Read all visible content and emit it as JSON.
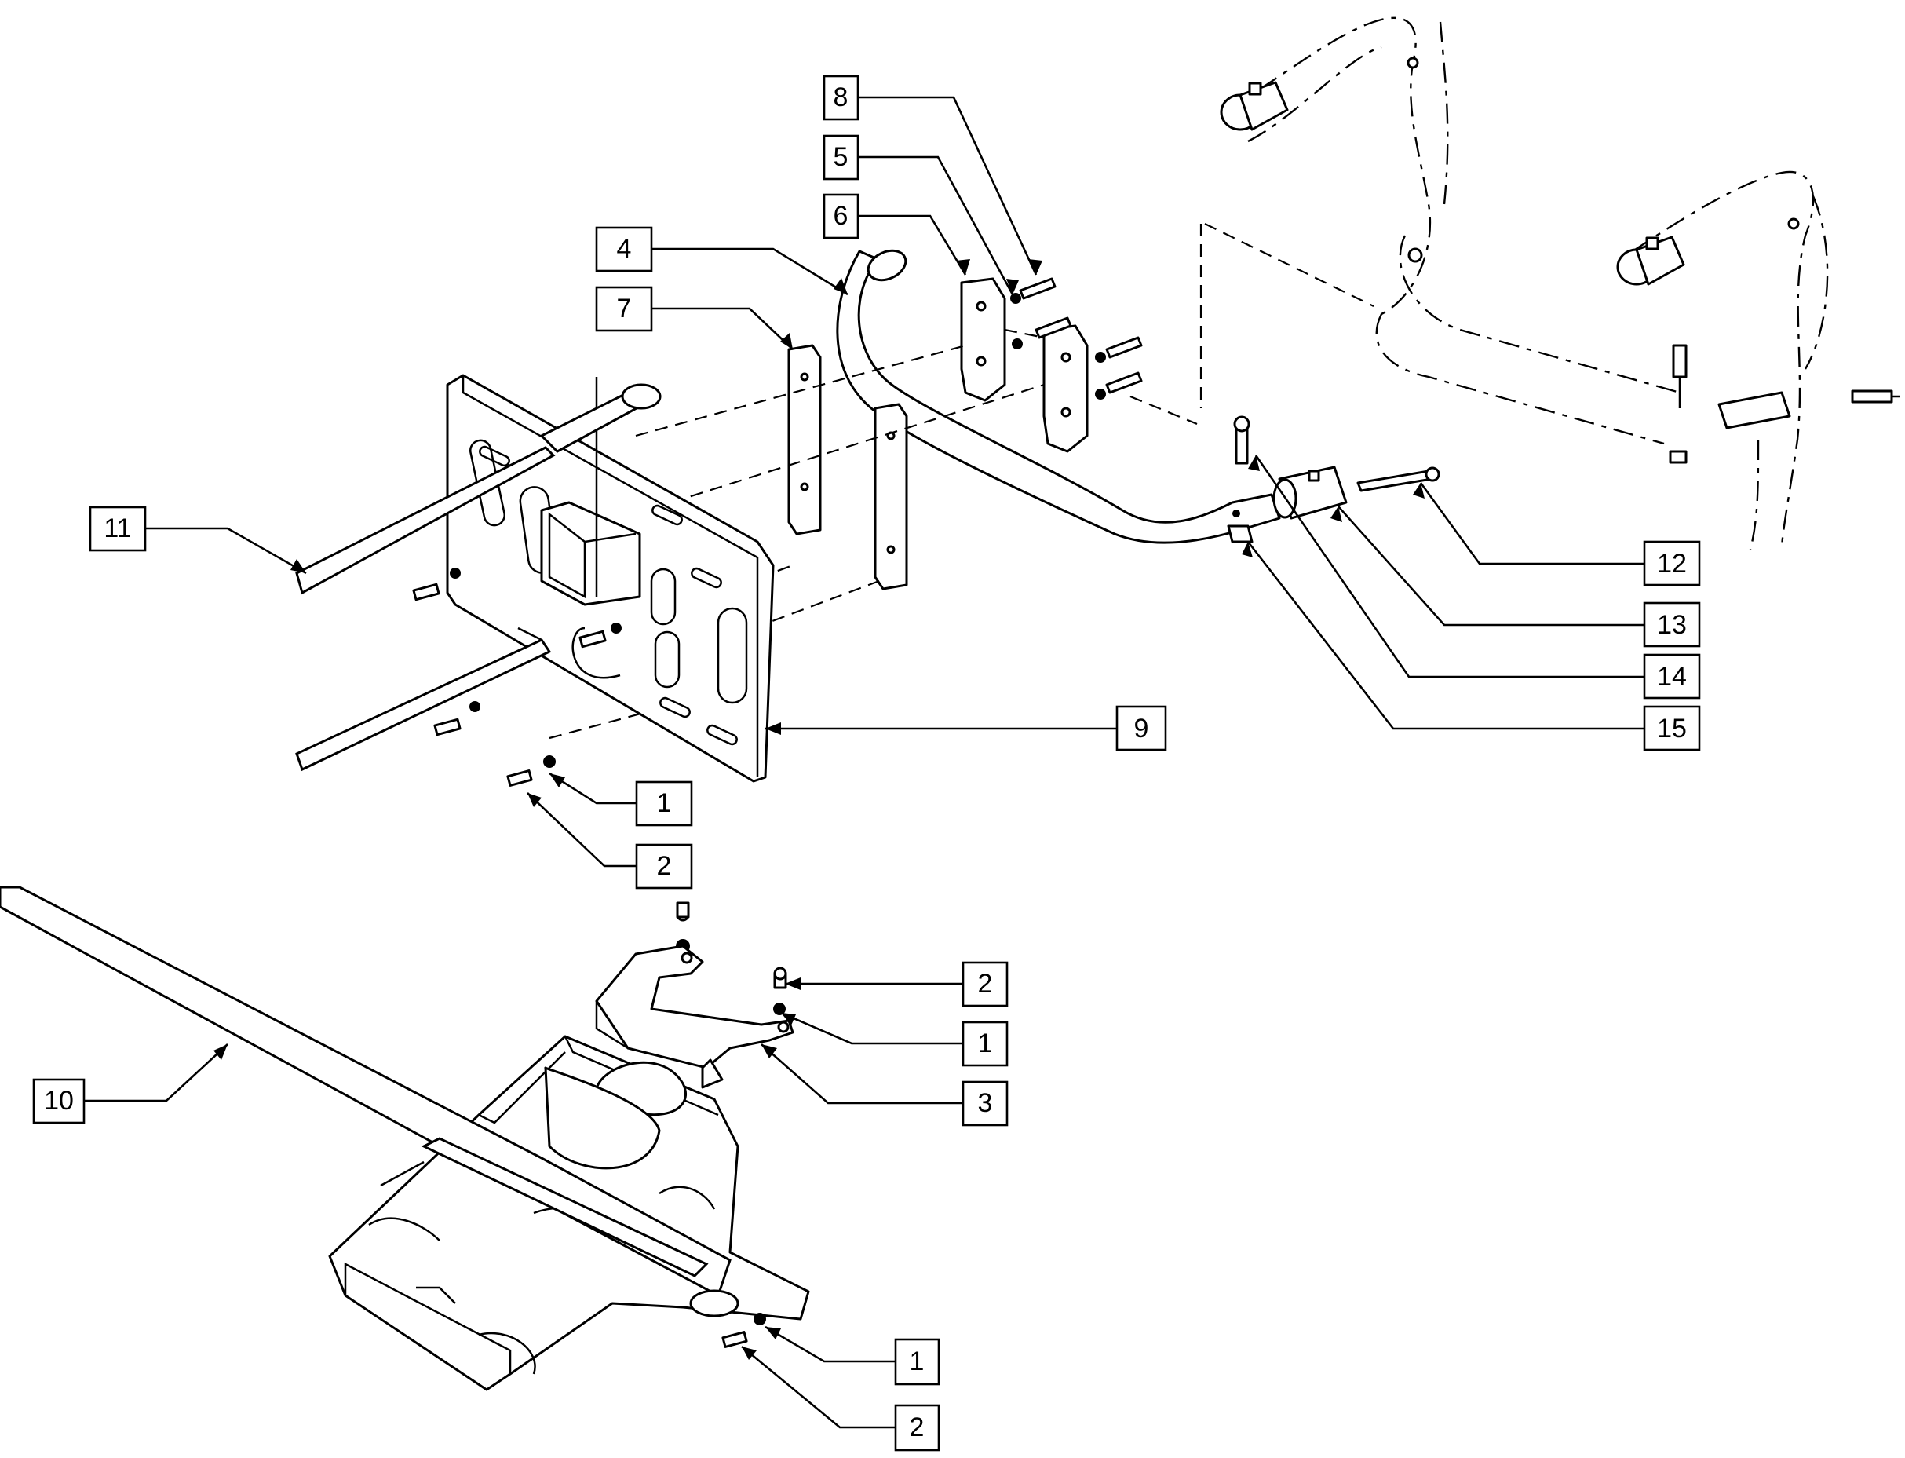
{
  "callouts": [
    {
      "id": "c-8",
      "label": "8"
    },
    {
      "id": "c-5",
      "label": "5"
    },
    {
      "id": "c-6",
      "label": "6"
    },
    {
      "id": "c-4",
      "label": "4"
    },
    {
      "id": "c-7",
      "label": "7"
    },
    {
      "id": "c-11",
      "label": "11"
    },
    {
      "id": "c-12",
      "label": "12"
    },
    {
      "id": "c-13",
      "label": "13"
    },
    {
      "id": "c-14",
      "label": "14"
    },
    {
      "id": "c-15",
      "label": "15"
    },
    {
      "id": "c-9",
      "label": "9"
    },
    {
      "id": "c-1a",
      "label": "1"
    },
    {
      "id": "c-2a",
      "label": "2"
    },
    {
      "id": "c-2b",
      "label": "2"
    },
    {
      "id": "c-1b",
      "label": "1"
    },
    {
      "id": "c-3",
      "label": "3"
    },
    {
      "id": "c-10",
      "label": "10"
    },
    {
      "id": "c-1c",
      "label": "1"
    },
    {
      "id": "c-2c",
      "label": "2"
    }
  ]
}
